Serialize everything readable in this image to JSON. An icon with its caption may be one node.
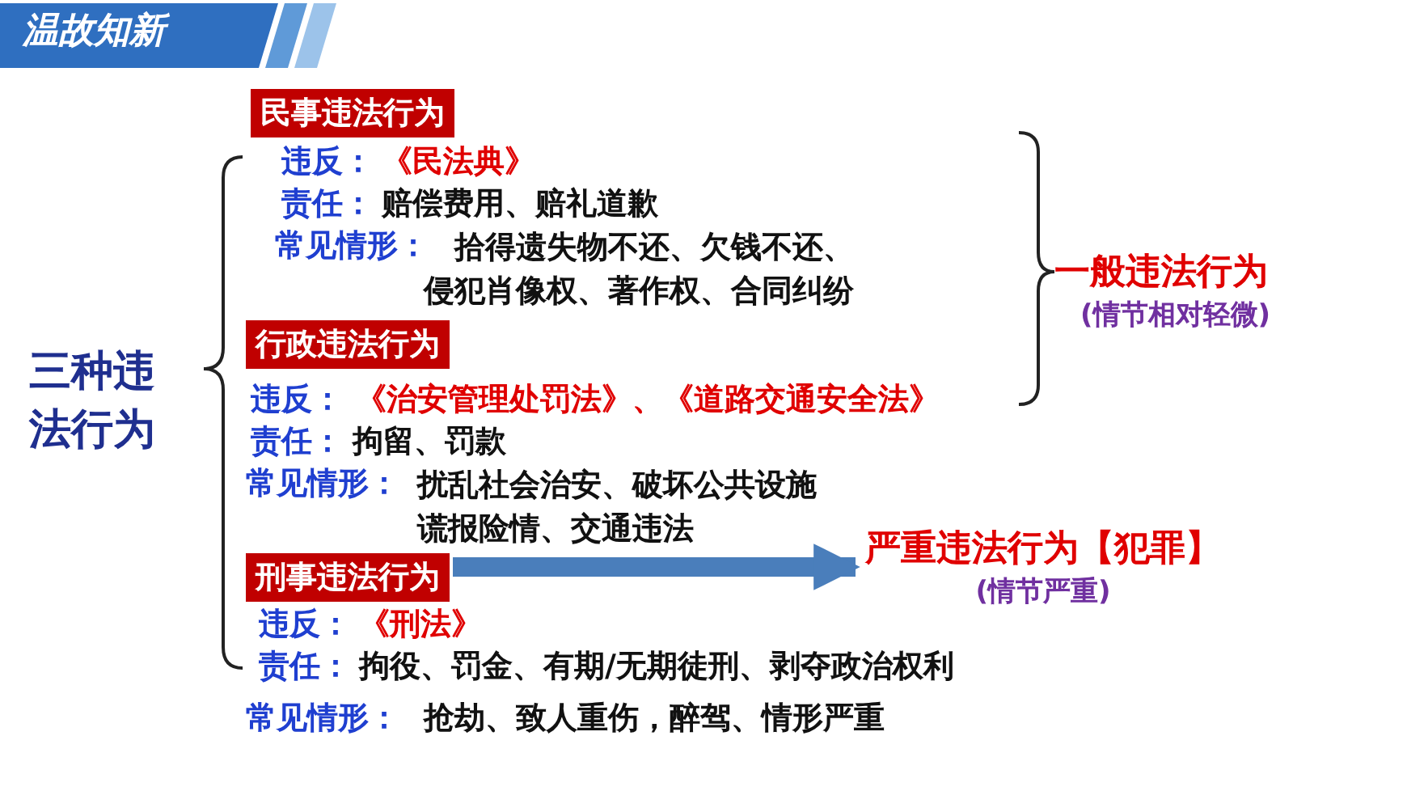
{
  "diagram": {
    "title": "温故知新",
    "nodes": [
      {
        "text": [
          "民事违法行为"
        ]
      },
      {
        "text": [
          "行政违法行为"
        ]
      },
      {
        "text": [
          "刑事违法行为"
        ]
      },
      {
        "text": [
          "严重违法行为【犯罪】",
          "(情节严重)"
        ]
      }
    ],
    "edges": [
      {
        "from": 2,
        "to": 3,
        "arrow": "to"
      }
    ],
    "labels": [
      "三种违法行为",
      "违反：",
      "《民法典》",
      "责任：",
      "赔偿费用、赔礼道歉",
      "常见情形：",
      "拾得遗失物不还、欠钱不还、侵犯肖像权、著作权、合同纠纷",
      "一般违法行为",
      "(情节相对轻微)",
      "违反：",
      "《治安管理处罚法》、《道路交通安全法》",
      "责任：",
      "拘留、罚款",
      "常见情形：",
      "扰乱社会治安、破坏公共设施谎报险情、交通违法",
      "违反：",
      "《刑法》",
      "责任：",
      "拘役、罚金、有期/无期徒刑、剥夺政治权利",
      "常见情形：",
      "抢劫、致人重伤，醉驾、情形严重"
    ]
  }
}
